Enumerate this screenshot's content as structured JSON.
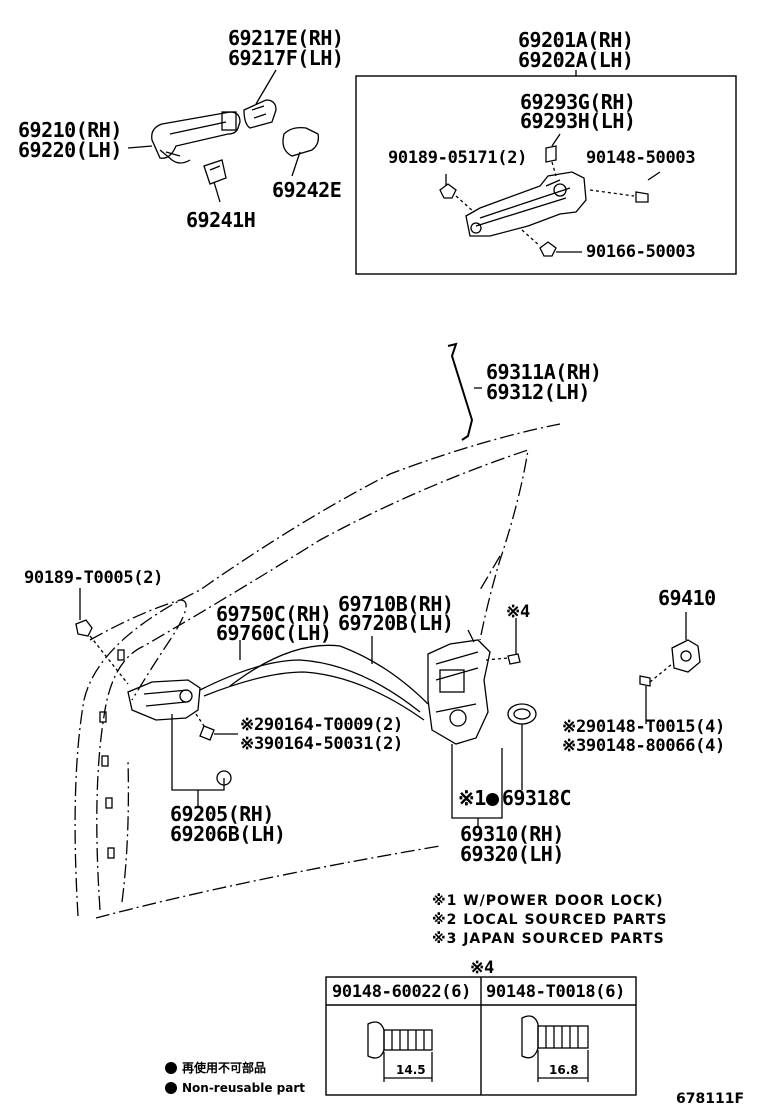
{
  "labels": {
    "handle_rh": "69217E(RH)",
    "handle_lh": "69217F(LH)",
    "outer_handle_rh": "69210(RH)",
    "outer_handle_lh": "69220(LH)",
    "pad_e": "69242E",
    "pad_h": "69241H",
    "frame_rh": "69201A(RH)",
    "frame_lh": "69202A(LH)",
    "frame_sub_rh": "69293G(RH)",
    "frame_sub_lh": "69293H(LH)",
    "clip_05171": "90189-05171(2)",
    "screw_50003a": "90148-50003",
    "screw_50003b": "90166-50003",
    "rod_rh": "69311A(RH)",
    "rod_lh": "69312(LH)",
    "clip_t0005": "90189-T0005(2)",
    "cable_c_rh": "69750C(RH)",
    "cable_c_lh": "69760C(LH)",
    "cable_b_rh": "69710B(RH)",
    "cable_b_lh": "69720B(LH)",
    "mark4": "※4",
    "striker": "69410",
    "screw_t0009": "※290164-T0009(2)",
    "screw_50031": "※390164-50031(2)",
    "screw_t0015": "※290148-T0015(4)",
    "screw_80066": "※390148-80066(4)",
    "seal_mark": "※1",
    "seal": "69318C",
    "inner_rh": "69205(RH)",
    "inner_lh": "69206B(LH)",
    "lock_rh": "69310(RH)",
    "lock_lh": "69320(LH)"
  },
  "notes": [
    "※1 W/POWER DOOR LOCK)",
    "※2 LOCAL SOURCED PARTS",
    "※3 JAPAN SOURCED PARTS"
  ],
  "table": {
    "mark": "※4",
    "col1": "90148-60022(6)",
    "col2": "90148-T0018(6)",
    "dim1": "14.5",
    "dim2": "16.8"
  },
  "legend": {
    "jp": "再使用不可部品",
    "en": "Non-reusable part"
  },
  "code": "678111F"
}
